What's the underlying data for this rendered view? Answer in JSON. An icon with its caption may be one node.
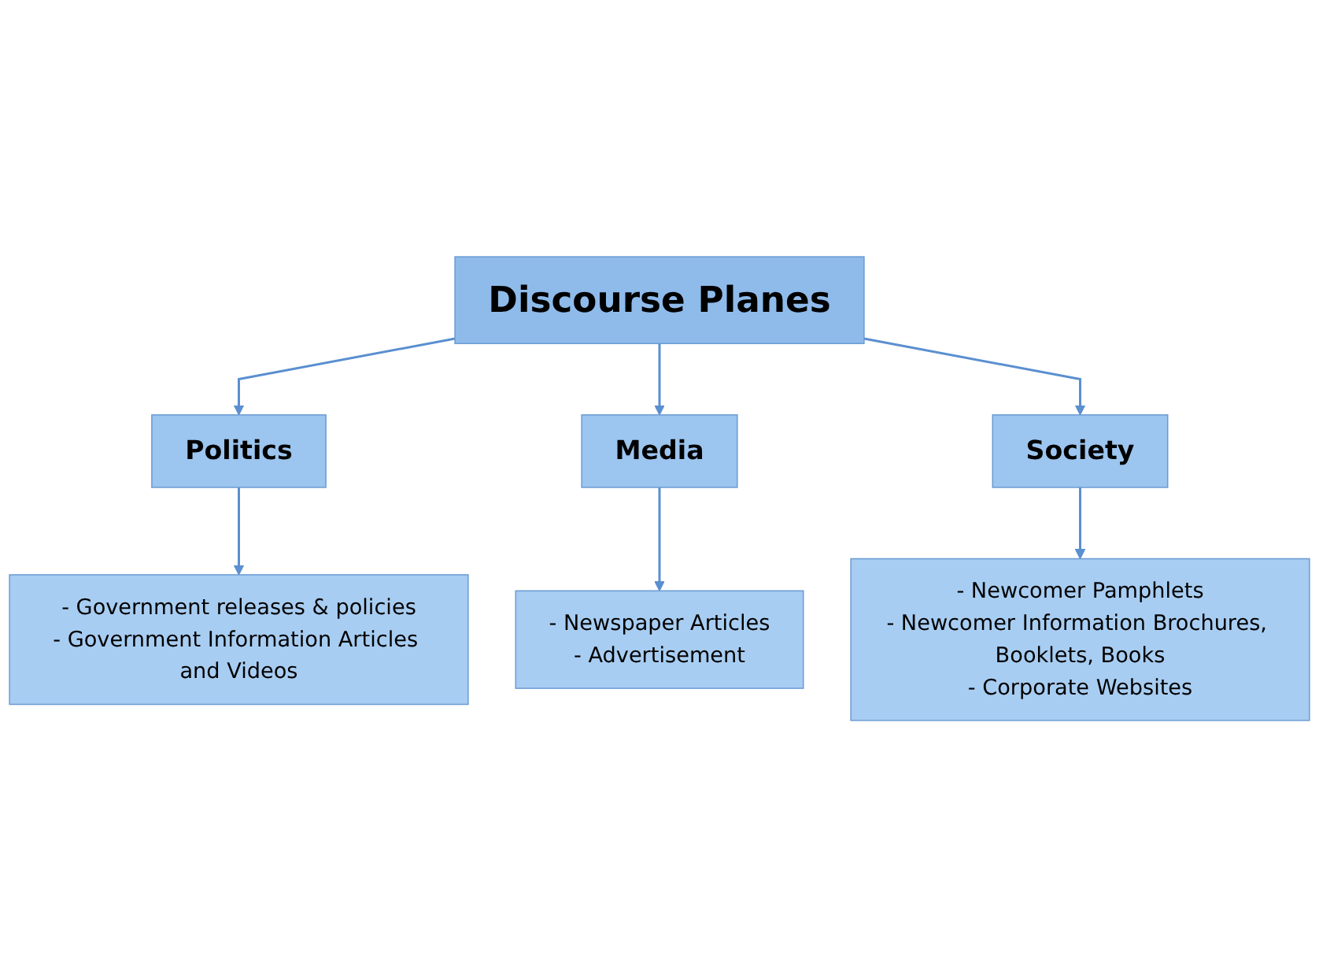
{
  "diagram": {
    "nodes": [
      {
        "text": [
          "Discourse Planes"
        ]
      },
      {
        "text": [
          "Politics"
        ]
      },
      {
        "text": [
          "Media"
        ]
      },
      {
        "text": [
          "Society"
        ]
      },
      {
        "text": [
          "- Government releases & policies",
          "- Government Information Articles and Videos"
        ]
      },
      {
        "text": [
          "- Newspaper Articles",
          "- Advertisement"
        ]
      },
      {
        "text": [
          "- Newcomer Pamphlets",
          "- Newcomer Information Brochures, Booklets, Books",
          "- Corporate Websites"
        ]
      }
    ],
    "edges": [
      {
        "from": 0,
        "to": 1,
        "arrow": "to"
      },
      {
        "from": 0,
        "to": 2,
        "arrow": "to"
      },
      {
        "from": 0,
        "to": 3,
        "arrow": "to"
      },
      {
        "from": 1,
        "to": 4,
        "arrow": "to"
      },
      {
        "from": 2,
        "to": 5,
        "arrow": "to"
      },
      {
        "from": 3,
        "to": 6,
        "arrow": "to"
      }
    ]
  }
}
